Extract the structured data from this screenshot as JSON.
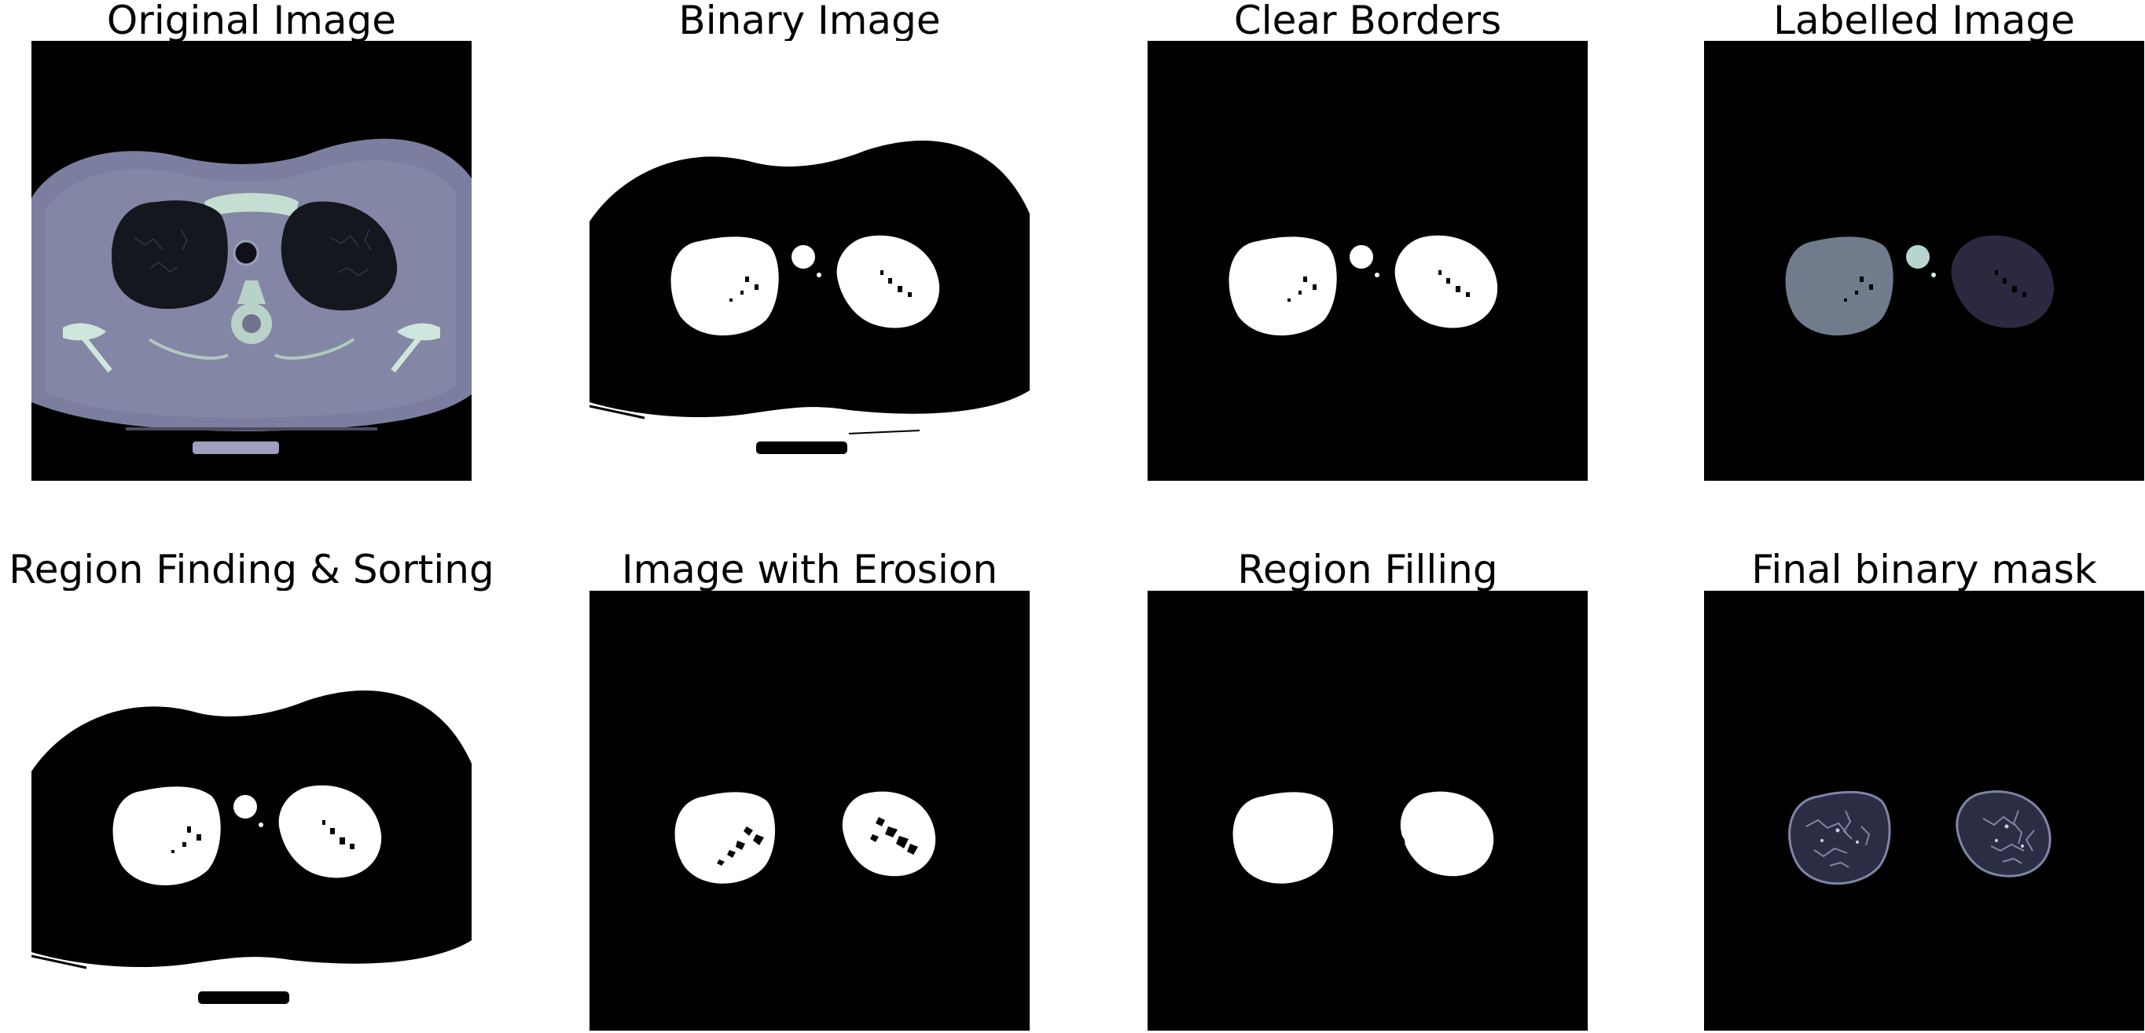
{
  "figure": {
    "panels": [
      {
        "key": "original",
        "title": "Original Image"
      },
      {
        "key": "binary",
        "title": "Binary Image"
      },
      {
        "key": "clear_borders",
        "title": "Clear Borders"
      },
      {
        "key": "labelled",
        "title": "Labelled Image"
      },
      {
        "key": "region_sorting",
        "title": "Region Finding & Sorting"
      },
      {
        "key": "erosion",
        "title": "Image with Erosion"
      },
      {
        "key": "filling",
        "title": "Region Filling"
      },
      {
        "key": "final_mask",
        "title": "Final binary mask"
      }
    ]
  },
  "colors": {
    "background": "#ffffff",
    "image_black": "#000000",
    "mask_white": "#ffffff",
    "ct_body": "#7c7f9f",
    "ct_lung": "#15171f",
    "ct_bone": "#c8e0d4",
    "label_left_lung": "#707c8c",
    "label_right_lung": "#2b2940",
    "label_trachea": "#b8d4d0",
    "final_lung_tissue": "#2a2d44"
  }
}
